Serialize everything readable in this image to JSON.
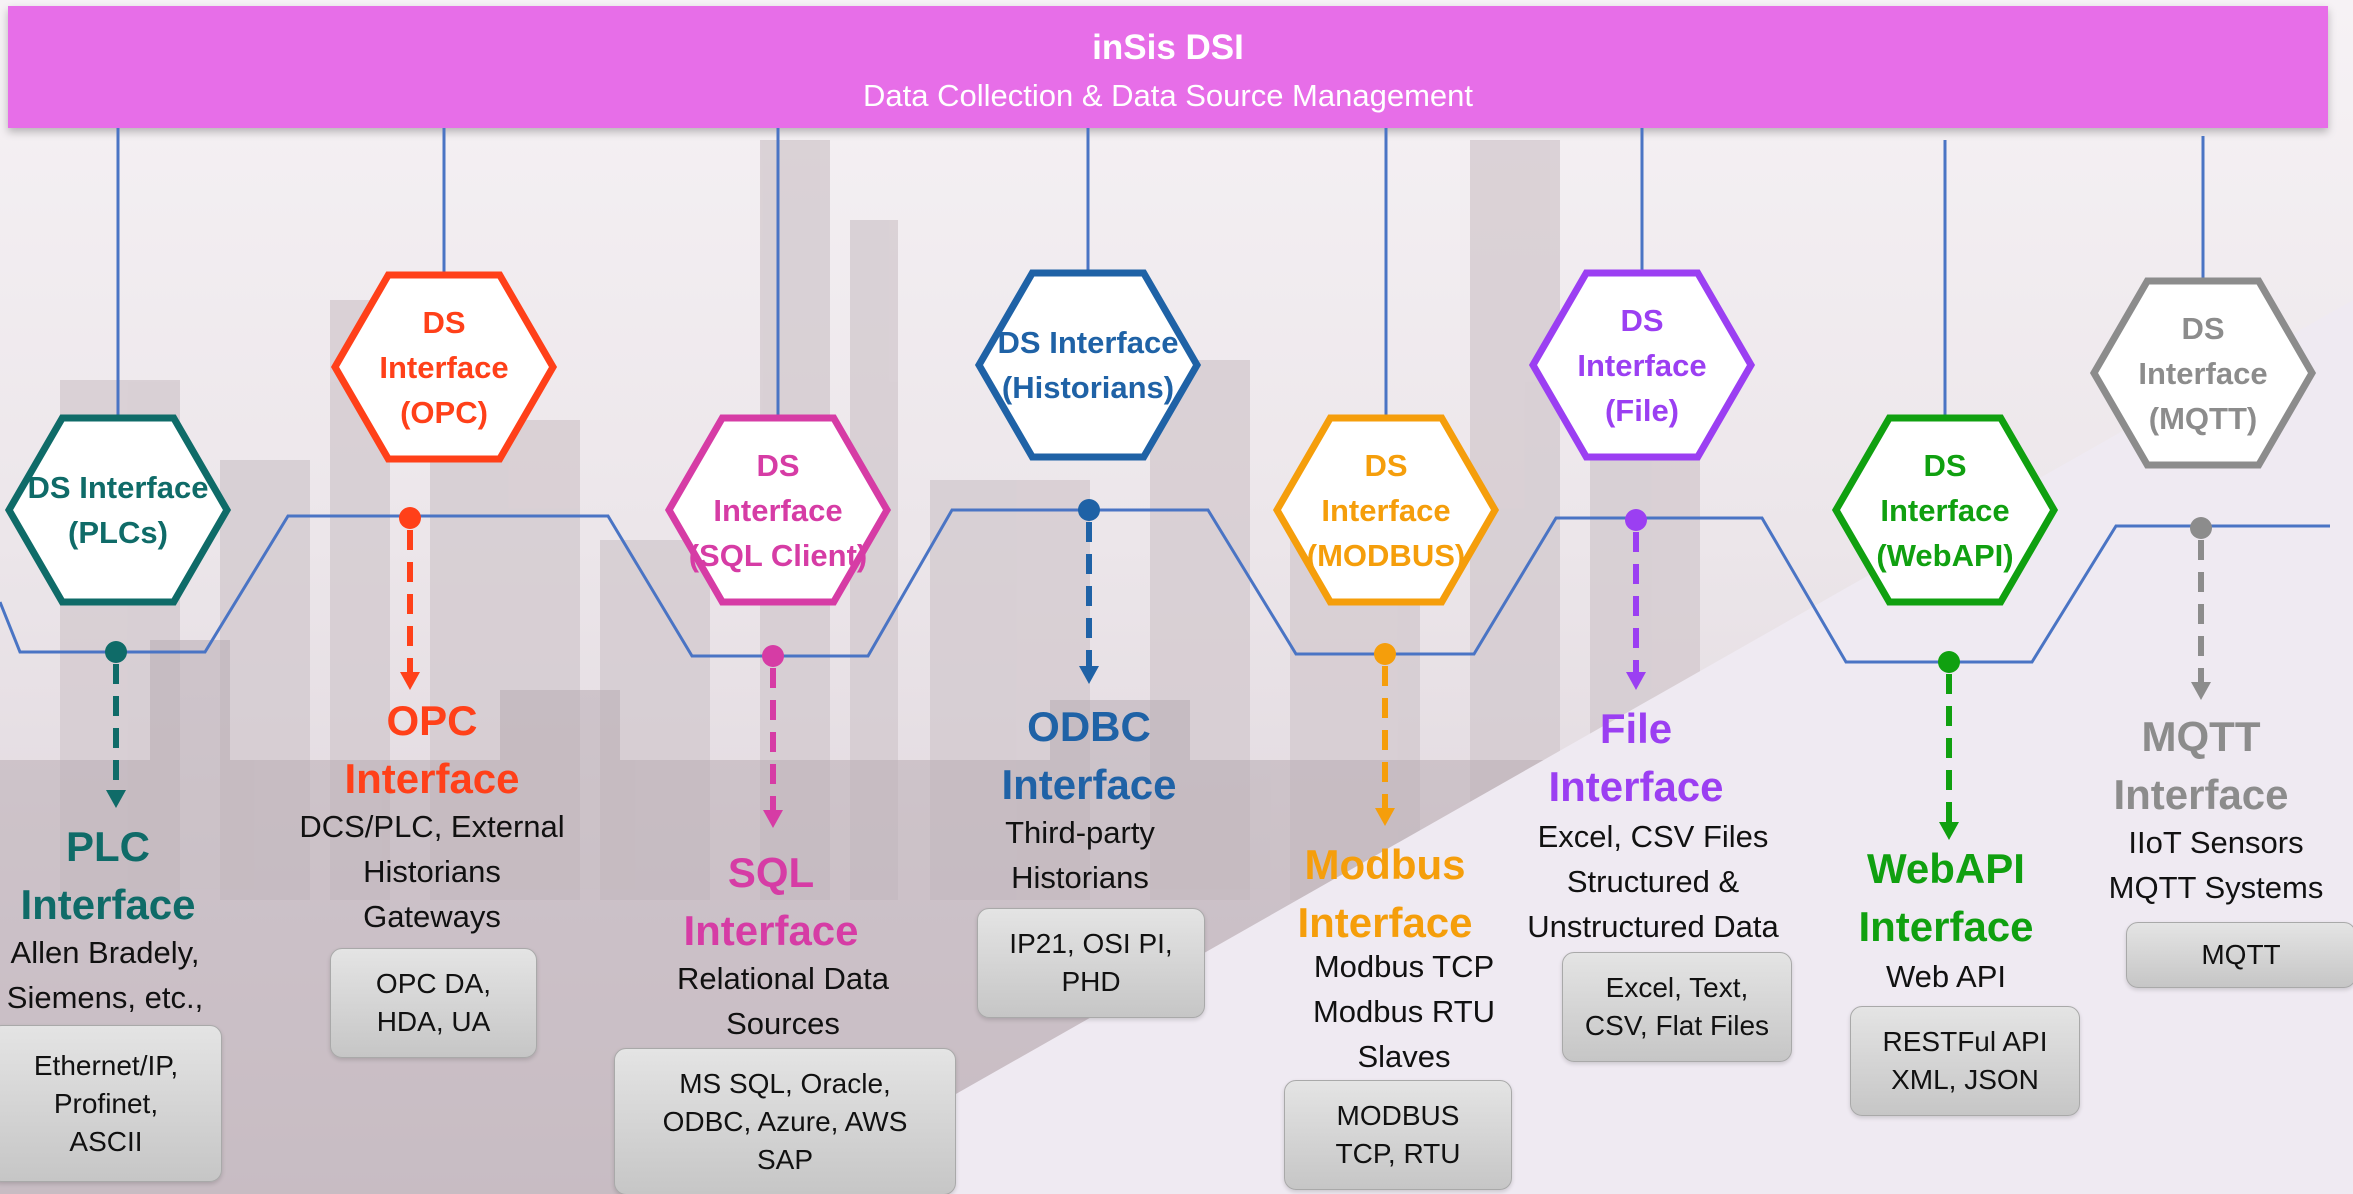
{
  "header": {
    "title": "inSis DSI",
    "subtitle": "Data Collection & Data Source Management"
  },
  "colors": {
    "banner": "#e76ee8",
    "wire": "#4a74c4",
    "plc": "#0f6b68",
    "opc": "#ff4019",
    "sql": "#d63ca5",
    "historians": "#1f62a6",
    "modbus": "#f59e0b",
    "file": "#9b3ff2",
    "webapi": "#10a010",
    "mqtt": "#8c8c8c"
  },
  "interfaces": [
    {
      "id": "plc",
      "hex_lines": [
        "DS Interface",
        "(PLCs)"
      ],
      "title_lines": [
        "PLC",
        "Interface"
      ],
      "desc_lines": [
        "Allen Bradely,",
        "Siemens, etc.,"
      ],
      "box_lines": [
        "Ethernet/IP,",
        "Profinet,",
        "ASCII"
      ]
    },
    {
      "id": "opc",
      "hex_lines": [
        "DS",
        "Interface",
        "(OPC)"
      ],
      "title_lines": [
        "OPC",
        "Interface"
      ],
      "desc_lines": [
        "DCS/PLC, External",
        "Historians",
        "Gateways"
      ],
      "box_lines": [
        "OPC DA,",
        "HDA, UA"
      ]
    },
    {
      "id": "sql",
      "hex_lines": [
        "DS",
        "Interface",
        "(SQL Client)"
      ],
      "title_lines": [
        "SQL",
        "Interface"
      ],
      "desc_lines": [
        "Relational Data",
        "Sources"
      ],
      "box_lines": [
        "MS SQL, Oracle,",
        "ODBC, Azure, AWS",
        "SAP"
      ]
    },
    {
      "id": "historians",
      "hex_lines": [
        "DS Interface",
        "(Historians)"
      ],
      "title_lines": [
        "ODBC",
        "Interface"
      ],
      "desc_lines": [
        "Third-party",
        "Historians"
      ],
      "box_lines": [
        "IP21, OSI PI,",
        "PHD"
      ]
    },
    {
      "id": "modbus",
      "hex_lines": [
        "DS",
        "Interface",
        "(MODBUS)"
      ],
      "title_lines": [
        "Modbus",
        "Interface"
      ],
      "desc_lines": [
        "Modbus TCP",
        "Modbus RTU",
        "Slaves"
      ],
      "box_lines": [
        "MODBUS",
        "TCP, RTU"
      ]
    },
    {
      "id": "file",
      "hex_lines": [
        "DS",
        "Interface",
        "(File)"
      ],
      "title_lines": [
        "File",
        "Interface"
      ],
      "desc_lines": [
        "Excel, CSV Files",
        "Structured &",
        "Unstructured Data"
      ],
      "box_lines": [
        "Excel, Text,",
        "CSV, Flat Files"
      ]
    },
    {
      "id": "webapi",
      "hex_lines": [
        "DS",
        "Interface",
        "(WebAPI)"
      ],
      "title_lines": [
        "WebAPI",
        "Interface"
      ],
      "desc_lines": [
        "Web API"
      ],
      "box_lines": [
        "RESTFul API",
        "XML, JSON"
      ]
    },
    {
      "id": "mqtt",
      "hex_lines": [
        "DS",
        "Interface",
        "(MQTT)"
      ],
      "title_lines": [
        "MQTT",
        "Interface"
      ],
      "desc_lines": [
        "IIoT Sensors",
        "MQTT Systems"
      ],
      "box_lines": [
        "MQTT"
      ]
    }
  ]
}
